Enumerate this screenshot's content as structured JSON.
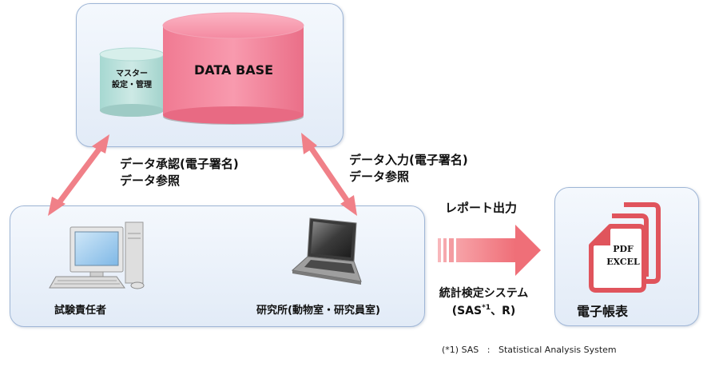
{
  "database": {
    "main_label": "DATA BASE",
    "master_label_line1": "マスター",
    "master_label_line2": "設定・管理"
  },
  "flows": {
    "approve_line1": "データ承認(電子署名)",
    "approve_line2": "データ参照",
    "input_line1": "データ入力(電子署名)",
    "input_line2": "データ参照",
    "report_output": "レポート出力",
    "stats_line1": "統計検定システム",
    "stats_sas": "(SAS",
    "stats_sup": "*1",
    "stats_tail": "、R)"
  },
  "endpoints": {
    "tester": "試験責任者",
    "lab": "研究所(動物室・研究員室)",
    "ledger": "電子帳表"
  },
  "document": {
    "line1": "PDF",
    "line2": "EXCEL"
  },
  "footnote": "(*1) SAS   :   Statistical Analysis System",
  "colors": {
    "panel_border": "#9fb6d6",
    "database": "#f4899f",
    "master": "#b5dfd9",
    "arrow": "#f07f87",
    "document": "#e0545c"
  }
}
